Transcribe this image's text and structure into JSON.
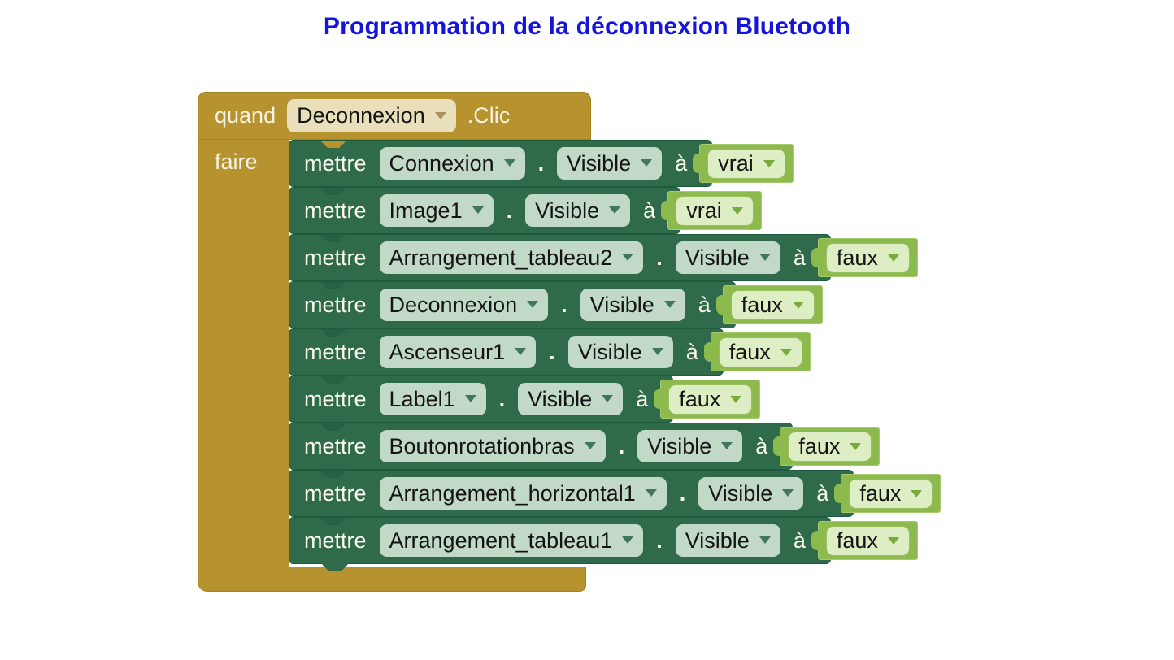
{
  "title": "Programmation de la déconnexion Bluetooth",
  "colors": {
    "title_blue": "#1414dc",
    "event_gold": "#b7932f",
    "event_dropdown_bg": "#eadfbb",
    "statement_green": "#2f6b4b",
    "field_sage": "#c1d9c6",
    "logic_green": "#8cba4d",
    "logic_light": "#ddedc4"
  },
  "event": {
    "keyword": "quand",
    "component": "Deconnexion",
    "suffix": ".Clic",
    "do_label": "faire"
  },
  "statements": [
    {
      "keyword": "mettre",
      "component": "Connexion",
      "dot": ".",
      "property": "Visible",
      "to": "à",
      "value": "vrai"
    },
    {
      "keyword": "mettre",
      "component": "Image1",
      "dot": ".",
      "property": "Visible",
      "to": "à",
      "value": "vrai"
    },
    {
      "keyword": "mettre",
      "component": "Arrangement_tableau2",
      "dot": ".",
      "property": "Visible",
      "to": "à",
      "value": "faux"
    },
    {
      "keyword": "mettre",
      "component": "Deconnexion",
      "dot": ".",
      "property": "Visible",
      "to": "à",
      "value": "faux"
    },
    {
      "keyword": "mettre",
      "component": "Ascenseur1",
      "dot": ".",
      "property": "Visible",
      "to": "à",
      "value": "faux"
    },
    {
      "keyword": "mettre",
      "component": "Label1",
      "dot": ".",
      "property": "Visible",
      "to": "à",
      "value": "faux"
    },
    {
      "keyword": "mettre",
      "component": "Boutonrotationbras",
      "dot": ".",
      "property": "Visible",
      "to": "à",
      "value": "faux"
    },
    {
      "keyword": "mettre",
      "component": "Arrangement_horizontal1",
      "dot": ".",
      "property": "Visible",
      "to": "à",
      "value": "faux"
    },
    {
      "keyword": "mettre",
      "component": "Arrangement_tableau1",
      "dot": ".",
      "property": "Visible",
      "to": "à",
      "value": "faux"
    }
  ]
}
